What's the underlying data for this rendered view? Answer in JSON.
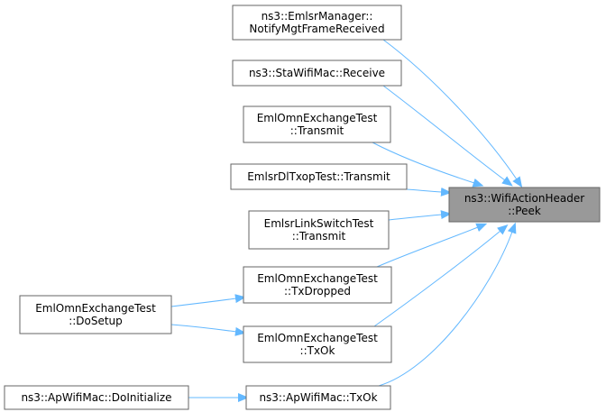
{
  "colors": {
    "edge": "#63b8ff",
    "node_border": "#666666",
    "node_fill": "#ffffff",
    "focus_fill": "#999999",
    "focus_border": "#666666",
    "text": "#000000"
  },
  "nodes": [
    {
      "id": "peek",
      "focus": true,
      "lines": [
        "ns3::WifiActionHeader",
        "::Peek"
      ]
    },
    {
      "id": "emlsr_notify",
      "lines": [
        "ns3::EmlsrManager::",
        "NotifyMgtFrameReceived"
      ]
    },
    {
      "id": "sta_receive",
      "lines": [
        "ns3::StaWifiMac::Receive"
      ]
    },
    {
      "id": "eml_transmit",
      "lines": [
        "EmlOmnExchangeTest",
        "::Transmit"
      ]
    },
    {
      "id": "dltxop_transmit",
      "lines": [
        "EmlsrDlTxopTest::Transmit"
      ]
    },
    {
      "id": "linkswitch_transmit",
      "lines": [
        "EmlsrLinkSwitchTest",
        "::Transmit"
      ]
    },
    {
      "id": "eml_txdropped",
      "lines": [
        "EmlOmnExchangeTest",
        "::TxDropped"
      ]
    },
    {
      "id": "eml_txok",
      "lines": [
        "EmlOmnExchangeTest",
        "::TxOk"
      ]
    },
    {
      "id": "ap_txok",
      "lines": [
        "ns3::ApWifiMac::TxOk"
      ]
    },
    {
      "id": "eml_dosetup",
      "lines": [
        "EmlOmnExchangeTest",
        "::DoSetup"
      ]
    },
    {
      "id": "ap_doinit",
      "lines": [
        "ns3::ApWifiMac::DoInitialize"
      ]
    }
  ],
  "edges": [
    {
      "from": "emlsr_notify",
      "to": "peek"
    },
    {
      "from": "sta_receive",
      "to": "peek"
    },
    {
      "from": "eml_transmit",
      "to": "peek"
    },
    {
      "from": "dltxop_transmit",
      "to": "peek"
    },
    {
      "from": "linkswitch_transmit",
      "to": "peek"
    },
    {
      "from": "eml_txdropped",
      "to": "peek"
    },
    {
      "from": "eml_txok",
      "to": "peek"
    },
    {
      "from": "ap_txok",
      "to": "peek"
    },
    {
      "from": "eml_dosetup",
      "to": "eml_txdropped"
    },
    {
      "from": "eml_dosetup",
      "to": "eml_txok"
    },
    {
      "from": "ap_doinit",
      "to": "ap_txok"
    }
  ]
}
